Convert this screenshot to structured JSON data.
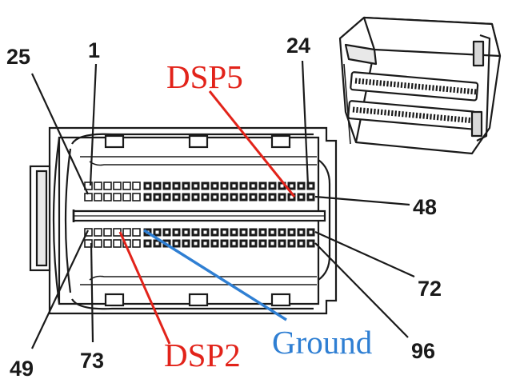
{
  "pin_labels": {
    "p25": "25",
    "p1": "1",
    "p24": "24",
    "p48": "48",
    "p72": "72",
    "p49": "49",
    "p73": "73",
    "p96": "96"
  },
  "signals": {
    "dsp5": {
      "label": "DSP5",
      "color": "#e2231a"
    },
    "dsp2": {
      "label": "DSP2",
      "color": "#e2231a"
    },
    "ground": {
      "label": "Ground",
      "color": "#2f7fd3"
    }
  },
  "colors": {
    "line": "#1a1a1a",
    "body": "#ffffff",
    "shade": "#cfcfcf"
  },
  "connector": {
    "rows": 4,
    "pins_per_row": 24
  }
}
